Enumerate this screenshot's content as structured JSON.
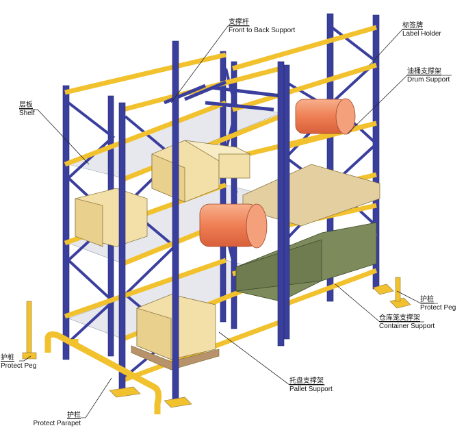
{
  "labels": {
    "front_to_back_support": {
      "zh": "支撑杆",
      "en": "Front to Back Support"
    },
    "label_holder": {
      "zh": "标签牌",
      "en": "Label Holder"
    },
    "drum_support": {
      "zh": "油桶支撑架",
      "en": "Drum Support"
    },
    "shelf": {
      "zh": "层板",
      "en": "Shelf"
    },
    "protect_peg_right": {
      "zh": "护桩",
      "en": "Protect Peg"
    },
    "container_support": {
      "zh": "仓库笼支撑架",
      "en": "Container Support"
    },
    "protect_peg_left": {
      "zh": "护桩",
      "en": "Protect Peg"
    },
    "pallet_support": {
      "zh": "托盘支撑架",
      "en": "Pallet Support"
    },
    "protect_parapet": {
      "zh": "护栏",
      "en": "Protect Parapet"
    }
  },
  "colors": {
    "upright": "#3a3f9e",
    "beam": "#f2c12e",
    "box": "#f3e0a8",
    "drum": "#f08a5d",
    "container": "#7d8a5c"
  }
}
